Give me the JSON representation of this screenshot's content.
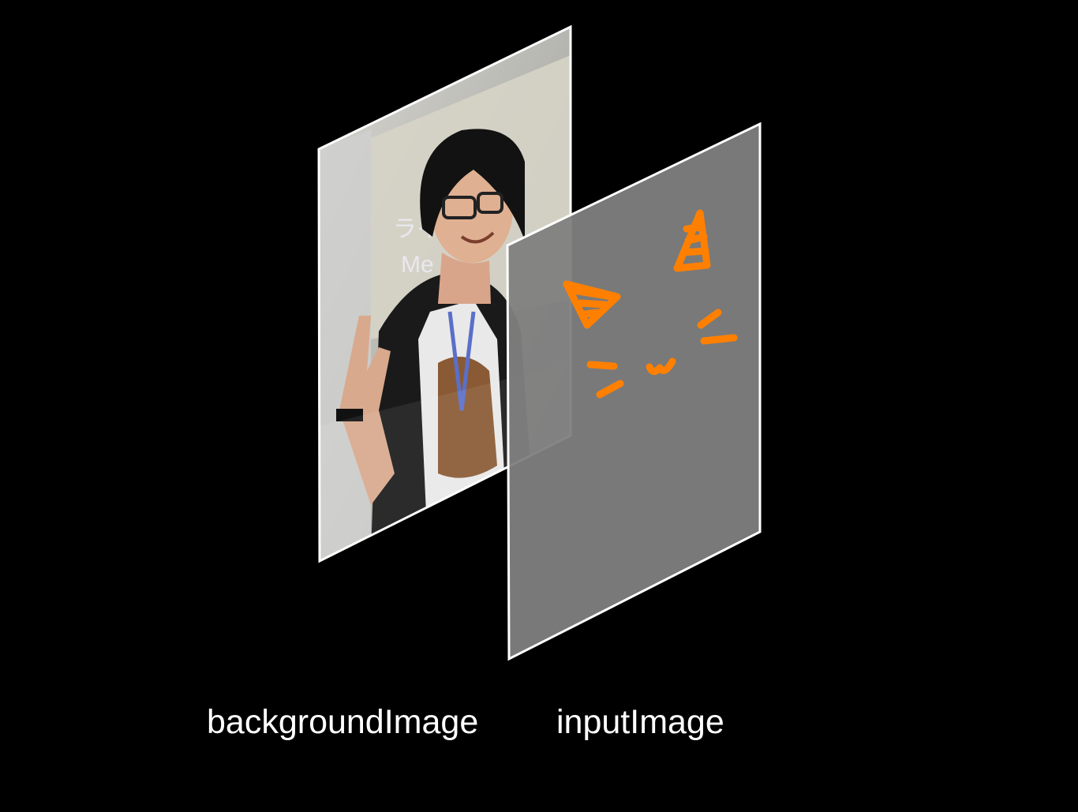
{
  "layers": {
    "background": {
      "caption": "backgroundImage",
      "photo_text_line_1": "ライン",
      "photo_text_line_2": "Me"
    },
    "input": {
      "caption": "inputImage",
      "fill_color": "#7f7f7f",
      "drawing_color": "#ff8000"
    }
  },
  "colors": {
    "canvas": "#000000",
    "frame_stroke": "#ffffff",
    "text": "#ffffff"
  }
}
